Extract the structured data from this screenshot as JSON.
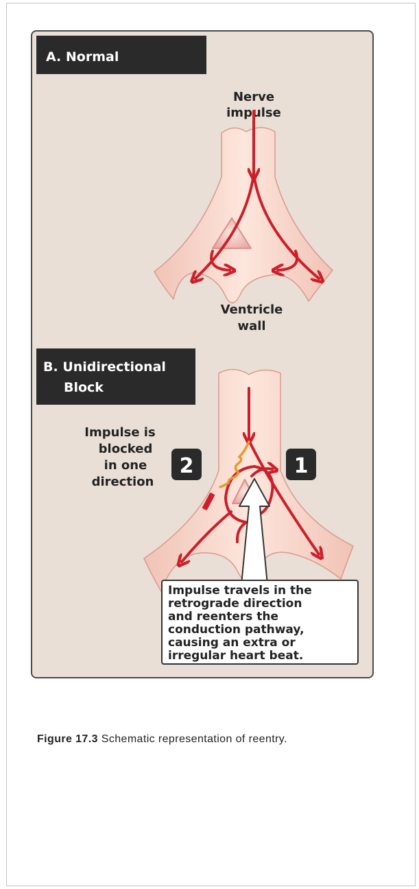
{
  "panel_a": {
    "header": "A. Normal",
    "nerve_label": [
      "Nerve",
      "impulse"
    ],
    "wall_label": [
      "Ventricle",
      "wall"
    ]
  },
  "panel_b": {
    "header": [
      "B. Unidirectional",
      "Block"
    ],
    "blocked_label": [
      "Impulse is",
      "blocked",
      "in one",
      "direction"
    ],
    "badge_1": "1",
    "badge_2": "2",
    "callout": [
      "Impulse travels in the",
      "retrograde direction",
      "and reenters the",
      "conduction pathway,",
      "causing an extra or",
      "irregular heart beat."
    ]
  },
  "caption": {
    "label": "Figure 17.3",
    "text": "Schematic representation of reentry."
  },
  "colors": {
    "panel_bg": "#e9dfd6",
    "tissue": "#f9dcd2",
    "arrow_red": "#cc1f2a",
    "blocked_orange": "#e89a2c",
    "header_bg": "#2a2a2a"
  }
}
